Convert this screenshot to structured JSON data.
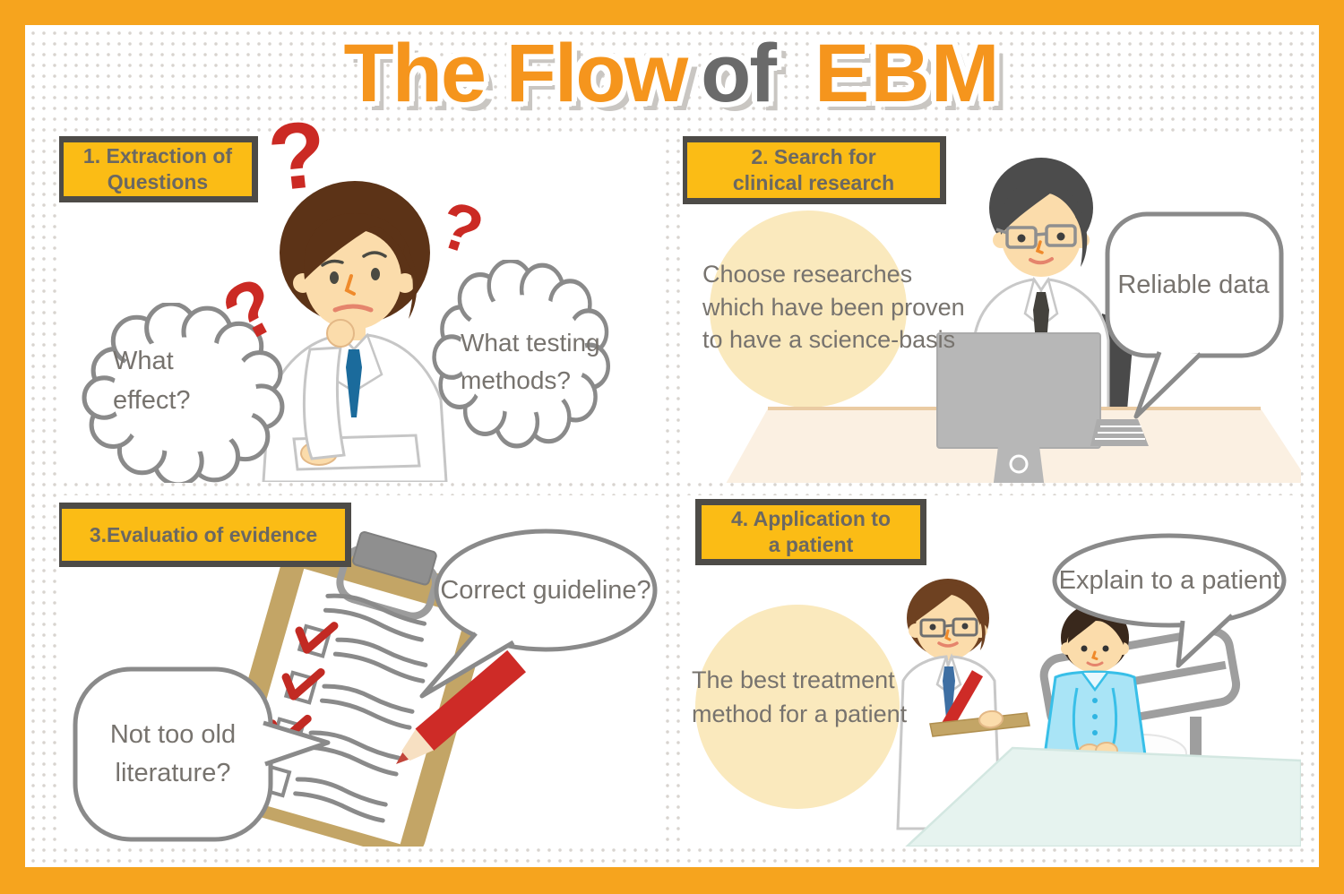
{
  "title": {
    "part1": "The Flow",
    "part2": "of",
    "part3": "EBM"
  },
  "decor": {
    "question_mark": "?"
  },
  "colors": {
    "frame_orange": "#F6A41E",
    "title_orange": "#F5951D",
    "title_gray": "#6A6A6A",
    "label_yellow": "#FBBC15",
    "label_border_gray": "#4D4B47",
    "text_gray": "#77736E",
    "bubble_outline_gray": "#8A8A8A",
    "question_red": "#CB2A24",
    "pencil_red": "#CE2B27",
    "highlight_yellow": "#FAE9BD",
    "clipboard_tan": "#C3A566",
    "pajama_blue": "#A9E4F6",
    "blanket_mint": "#E6F3EF"
  },
  "step1": {
    "label_line1": "1. Extraction of",
    "label_line2": "Questions",
    "thought1_line1": "What",
    "thought1_line2": "effect?",
    "thought2_line1": "What testing",
    "thought2_line2": "methods?"
  },
  "step2": {
    "label_line1": "2. Search for",
    "label_line2": "clinical research",
    "note_line1": "Choose researches",
    "note_line2": "which have been proven",
    "note_line3": "to have a science-basis",
    "speech": "Reliable data"
  },
  "step3": {
    "label_line1": "3.Evaluatio of evidence",
    "speech1": "Correct guideline?",
    "speech2_line1": "Not too old",
    "speech2_line2": "literature?"
  },
  "step4": {
    "label_line1": "4. Application to",
    "label_line2": "a patient",
    "note_line1": "The best treatment",
    "note_line2": "method for a patient",
    "speech": "Explain to a patient"
  }
}
